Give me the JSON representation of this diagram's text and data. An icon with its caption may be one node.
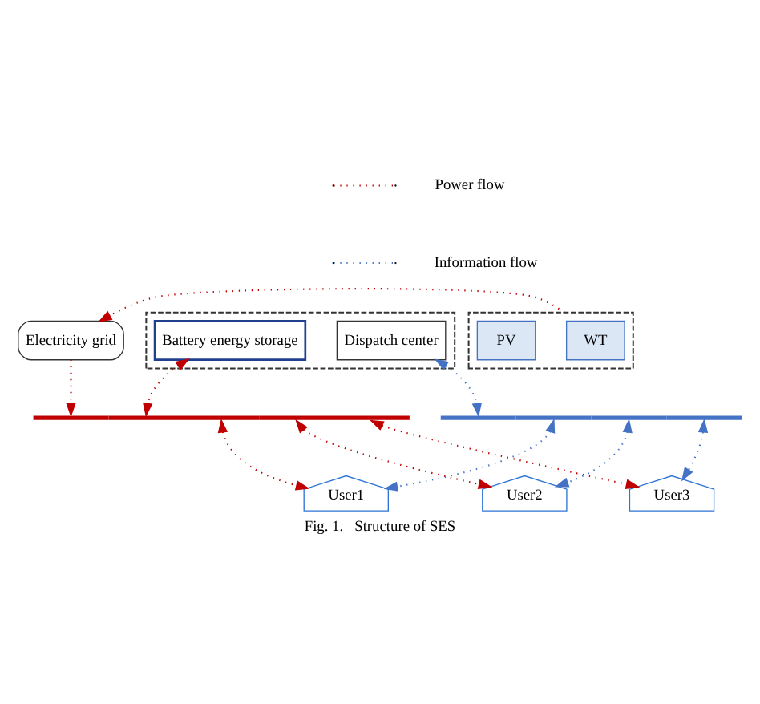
{
  "diagram": {
    "caption": "Fig. 1.   Structure of SES",
    "nodes": [
      {
        "text": [
          "Electricity grid"
        ]
      },
      {
        "text": [],
        "shape": "box"
      },
      {
        "text": [
          "WT"
        ],
        "in": 1
      },
      {
        "text": [
          "PV"
        ],
        "in": 1
      },
      {
        "text": [],
        "shape": "box"
      },
      {
        "text": [
          "Battery energy storage"
        ],
        "in": 4
      },
      {
        "text": [
          "Dispatch center"
        ],
        "in": 4
      },
      {
        "text": [],
        "shape": "bar"
      },
      {
        "text": [],
        "shape": "bar"
      },
      {
        "text": [
          "User1"
        ]
      },
      {
        "text": [
          "User2"
        ]
      },
      {
        "text": [
          "User3"
        ]
      }
    ],
    "edges": [
      {
        "from": 1,
        "to": 0,
        "arrow": "to",
        "style": "dashed"
      },
      {
        "from": 0,
        "to": 7,
        "arrow": "to",
        "style": "dashed"
      },
      {
        "from": 5,
        "to": 7,
        "arrow": "both",
        "style": "dashed"
      },
      {
        "from": 6,
        "to": 8,
        "arrow": "both",
        "style": "dashed",
        "color": "#4472c4"
      },
      {
        "from": 7,
        "to": 9,
        "arrow": "both",
        "style": "dashed"
      },
      {
        "from": 8,
        "to": 9,
        "arrow": "both",
        "style": "dashed",
        "color": "#4472c4"
      },
      {
        "from": 7,
        "to": 10,
        "arrow": "both",
        "style": "dashed"
      },
      {
        "from": 8,
        "to": 10,
        "arrow": "both",
        "style": "dashed",
        "color": "#4472c4"
      },
      {
        "from": 7,
        "to": 11,
        "arrow": "both",
        "style": "dashed"
      },
      {
        "from": 8,
        "to": 11,
        "arrow": "both",
        "style": "dashed",
        "color": "#4472c4"
      }
    ],
    "legend": [
      {
        "text": "Power flow"
      },
      {
        "text": "Information flow"
      }
    ]
  }
}
